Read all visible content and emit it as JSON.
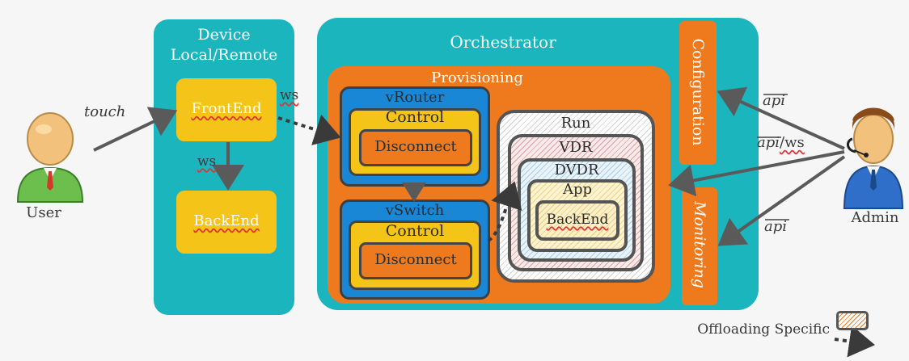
{
  "user": {
    "label": "User"
  },
  "admin": {
    "label": "Admin"
  },
  "edges": {
    "touch": "touch",
    "ws_frontend_provisioning": "ws",
    "ws_frontend_backend": "ws",
    "api_configuration": "api",
    "api_ws_provisioning_prefix": "api",
    "api_ws_provisioning_suffix": "/ws",
    "api_monitoring": "api"
  },
  "device": {
    "title_line1": "Device",
    "title_line2": "Local/Remote",
    "frontend": "FrontEnd",
    "backend": "BackEnd"
  },
  "orchestrator": {
    "title": "Orchestrator",
    "provisioning": "Provisioning",
    "configuration": "Configuration",
    "monitoring": "Monitoring",
    "vrouter": {
      "title": "vRouter",
      "control": "Control",
      "disconnect": "Disconnect"
    },
    "vswitch": {
      "title": "vSwitch",
      "control": "Control",
      "disconnect": "Disconnect"
    },
    "run": {
      "title": "Run",
      "vdr": "VDR",
      "dvdr": "DVDR",
      "app": "App",
      "backend": "BackEnd"
    }
  },
  "legend": {
    "label": "Offloading Specific"
  },
  "colors": {
    "teal": "#1bb6bd",
    "orange": "#ef7a1e",
    "yellow": "#f4c419",
    "blue": "#1a86d6",
    "arrow": "#5a5a5a"
  }
}
